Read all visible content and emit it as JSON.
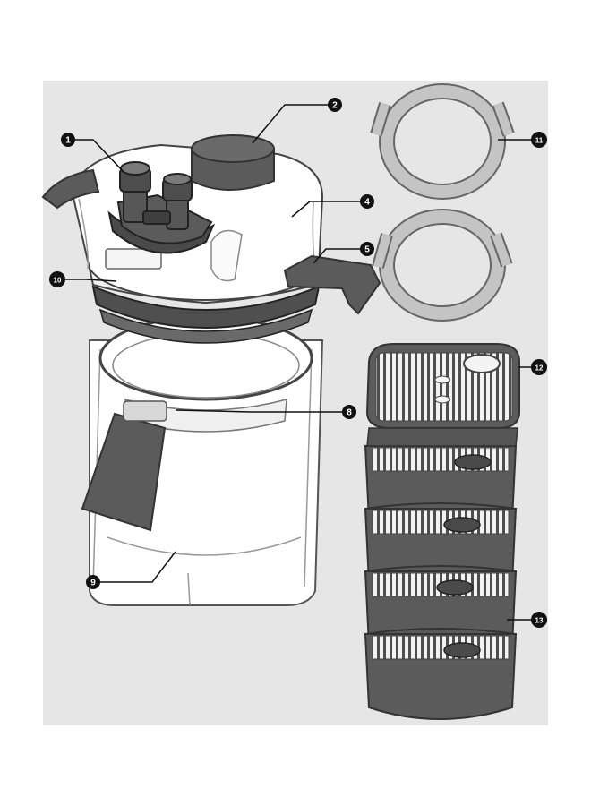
{
  "diagram": {
    "background_color": "#e6e6e6",
    "part_dark_color": "#5b5b5b",
    "part_outline_color": "#2f2f2f",
    "hose_color": "#c4c4c4",
    "callout_color": "#111111",
    "callouts": [
      {
        "id": "c1",
        "number": "1"
      },
      {
        "id": "c2",
        "number": "2"
      },
      {
        "id": "c4",
        "number": "4"
      },
      {
        "id": "c5",
        "number": "5"
      },
      {
        "id": "c8",
        "number": "8"
      },
      {
        "id": "c9",
        "number": "9"
      },
      {
        "id": "c10",
        "number": "10"
      },
      {
        "id": "c11",
        "number": "11"
      },
      {
        "id": "c12",
        "number": "12"
      },
      {
        "id": "c13",
        "number": "13"
      }
    ]
  }
}
